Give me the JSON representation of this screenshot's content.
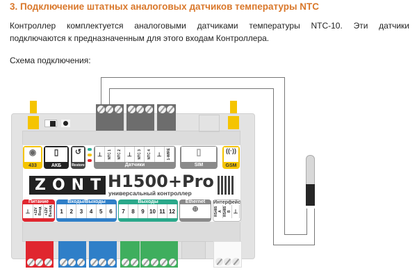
{
  "heading": "3. Подключение штатных аналоговых датчиков температуры NTC",
  "paragraph_line1": "Контроллер комплектуется аналоговыми датчиками температуры NTC-10. Эти датчики",
  "paragraph_line2": "подключаются к предназначенным для этого входам Контроллера.",
  "scheme_label": "Схема подключения:",
  "device": {
    "label_433": "433",
    "label_akb": "АКБ",
    "label_restore": "Restore",
    "sensors_group": "Датчики",
    "sensor_cells": [
      "⊥",
      "NTC 1",
      "NTC 2",
      "⊥",
      "NTC 3",
      "NTC 4",
      "⊥",
      "1-WIRE"
    ],
    "label_sim": "SIM",
    "label_gsm": "GSM",
    "logo": "ZONT",
    "model": "H1500+Pro",
    "subtitle": "универсальный контроллер",
    "power_group": "Питание",
    "power_cells": [
      "⊥",
      "+12V Вход",
      "+12V Выход"
    ],
    "io_group": "Входы/Выходы",
    "io_cells": [
      "1",
      "2",
      "3",
      "4",
      "5",
      "6"
    ],
    "out_group": "Выходы",
    "out_cells": [
      "7",
      "8",
      "9",
      "10",
      "11",
      "12"
    ],
    "eth_group": "Ethernet",
    "iface_group": "Интерфейс",
    "iface_cells": [
      "RS485 A",
      "RS485 B",
      "⊥"
    ]
  },
  "colors": {
    "heading": "#d9772a",
    "yellow": "#f5c400",
    "red": "#e0262f",
    "blue": "#2f7fc8",
    "green": "#3fae5e",
    "gray": "#8a8a8a"
  }
}
